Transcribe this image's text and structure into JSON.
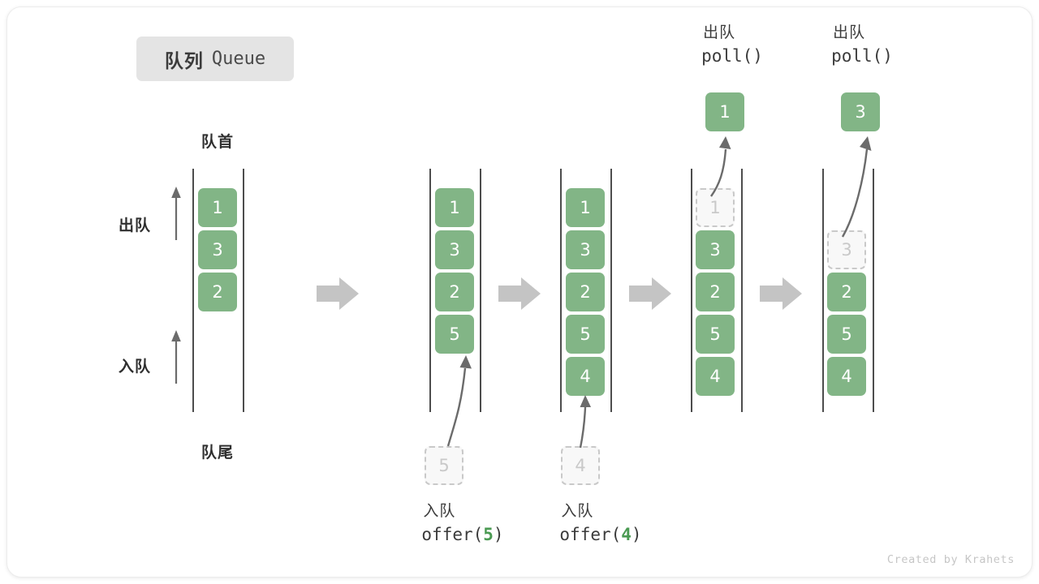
{
  "title": {
    "cn": "队列",
    "en": "Queue"
  },
  "labels": {
    "front": "队首",
    "rear": "队尾",
    "dequeue": "出队",
    "enqueue": "入队"
  },
  "colors": {
    "cell_fill": "#82b586",
    "cell_text": "#ffffff",
    "ghost_fill": "#f8f8f8",
    "ghost_border": "#c9c9c9",
    "ghost_text": "#c9c9c9",
    "rail": "#4d4d4d",
    "block_arrow": "#c4c4c4",
    "badge_bg": "#e4e4e4",
    "text": "#3b3b3b",
    "accent_green": "#4a9a52"
  },
  "stages": [
    {
      "id": "stage-initial",
      "cells": [
        "1",
        "3",
        "2"
      ],
      "ghost_index": -1,
      "caption_top": null,
      "caption_bottom": null,
      "floating_cell": null,
      "incoming_ghost": null
    },
    {
      "id": "stage-offer-5",
      "cells": [
        "1",
        "3",
        "2",
        "5"
      ],
      "ghost_index": -1,
      "caption_top": null,
      "caption_bottom": {
        "cn": "入队",
        "code_prefix": "offer(",
        "arg": "5",
        "code_suffix": ")"
      },
      "floating_cell": null,
      "incoming_ghost": "5"
    },
    {
      "id": "stage-offer-4",
      "cells": [
        "1",
        "3",
        "2",
        "5",
        "4"
      ],
      "ghost_index": -1,
      "caption_top": null,
      "caption_bottom": {
        "cn": "入队",
        "code_prefix": "offer(",
        "arg": "4",
        "code_suffix": ")"
      },
      "floating_cell": null,
      "incoming_ghost": "4"
    },
    {
      "id": "stage-poll-1",
      "cells": [
        "1",
        "3",
        "2",
        "5",
        "4"
      ],
      "ghost_index": 0,
      "caption_top": {
        "cn": "出队",
        "code_prefix": "poll(",
        "arg": "",
        "code_suffix": ")"
      },
      "caption_bottom": null,
      "floating_cell": "1",
      "incoming_ghost": null
    },
    {
      "id": "stage-poll-3",
      "cells": [
        "3",
        "2",
        "5",
        "4"
      ],
      "ghost_index": 0,
      "caption_top": {
        "cn": "出队",
        "code_prefix": "poll(",
        "arg": "",
        "code_suffix": ")"
      },
      "caption_bottom": null,
      "floating_cell": "3",
      "incoming_ghost": null
    }
  ],
  "watermark": "Created by Krahets"
}
